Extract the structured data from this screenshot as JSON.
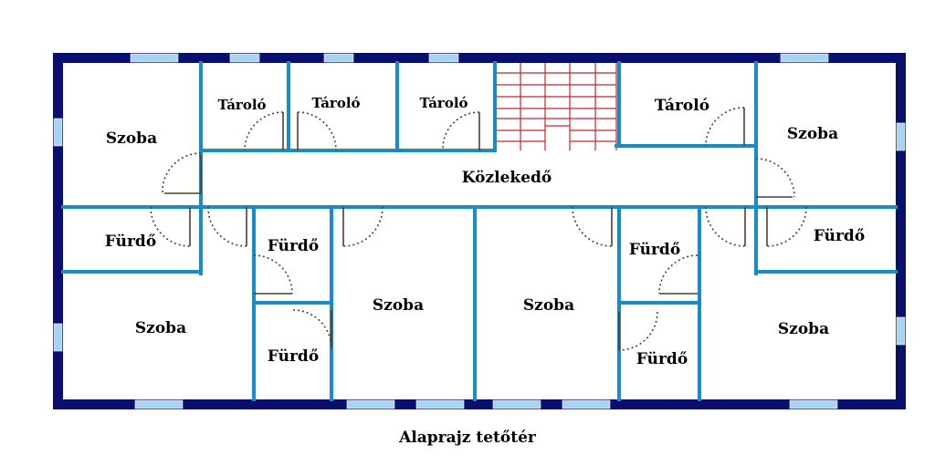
{
  "caption": "Alaprajz tetőtér",
  "rooms": {
    "szoba_tl": "Szoba",
    "taroló_1": "Tároló",
    "taroló_2": "Tároló",
    "taroló_3": "Tároló",
    "taroló_4": "Tároló",
    "szoba_tr": "Szoba",
    "kozlekedo": "Közlekedő",
    "furdo_1": "Fürdő",
    "furdo_2": "Fürdő",
    "furdo_3": "Fürdő",
    "furdo_4": "Fürdő",
    "furdo_5": "Fürdő",
    "furdo_6": "Fürdő",
    "szoba_bl": "Szoba",
    "szoba_c1": "Szoba",
    "szoba_c2": "Szoba",
    "szoba_br": "Szoba"
  },
  "colors": {
    "outer_wall": "#0a0f6b",
    "inner_wall": "#1a8cc4",
    "window": "#a8d4ec",
    "stairs": "#c0282d",
    "door": "#5a3a2a"
  }
}
